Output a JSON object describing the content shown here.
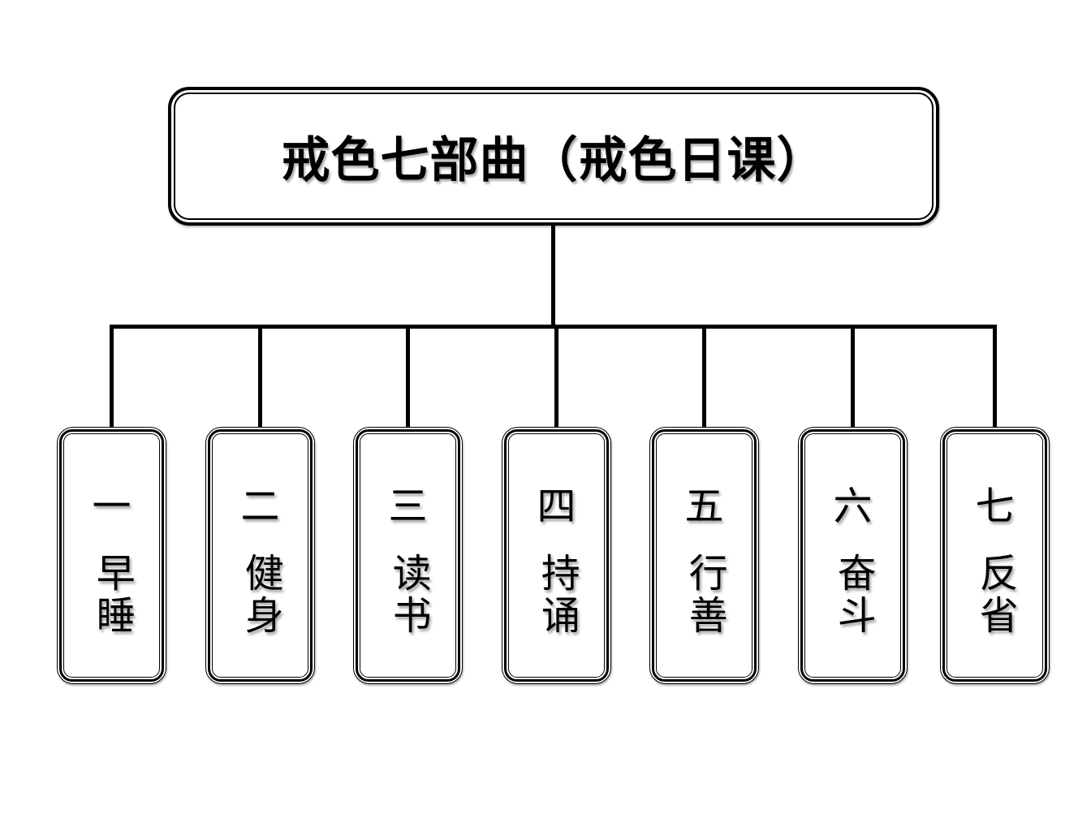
{
  "title": "戒色七部曲（戒色日课）",
  "nodes": [
    {
      "number": "一",
      "label": "早睡"
    },
    {
      "number": "二",
      "label": "健身"
    },
    {
      "number": "三",
      "label": "读书"
    },
    {
      "number": "四",
      "label": "持诵"
    },
    {
      "number": "五",
      "label": "行善"
    },
    {
      "number": "六",
      "label": "奋斗"
    },
    {
      "number": "七",
      "label": "反省"
    }
  ],
  "colors": {
    "line": "#000000",
    "text": "#000000",
    "background": "#ffffff"
  }
}
